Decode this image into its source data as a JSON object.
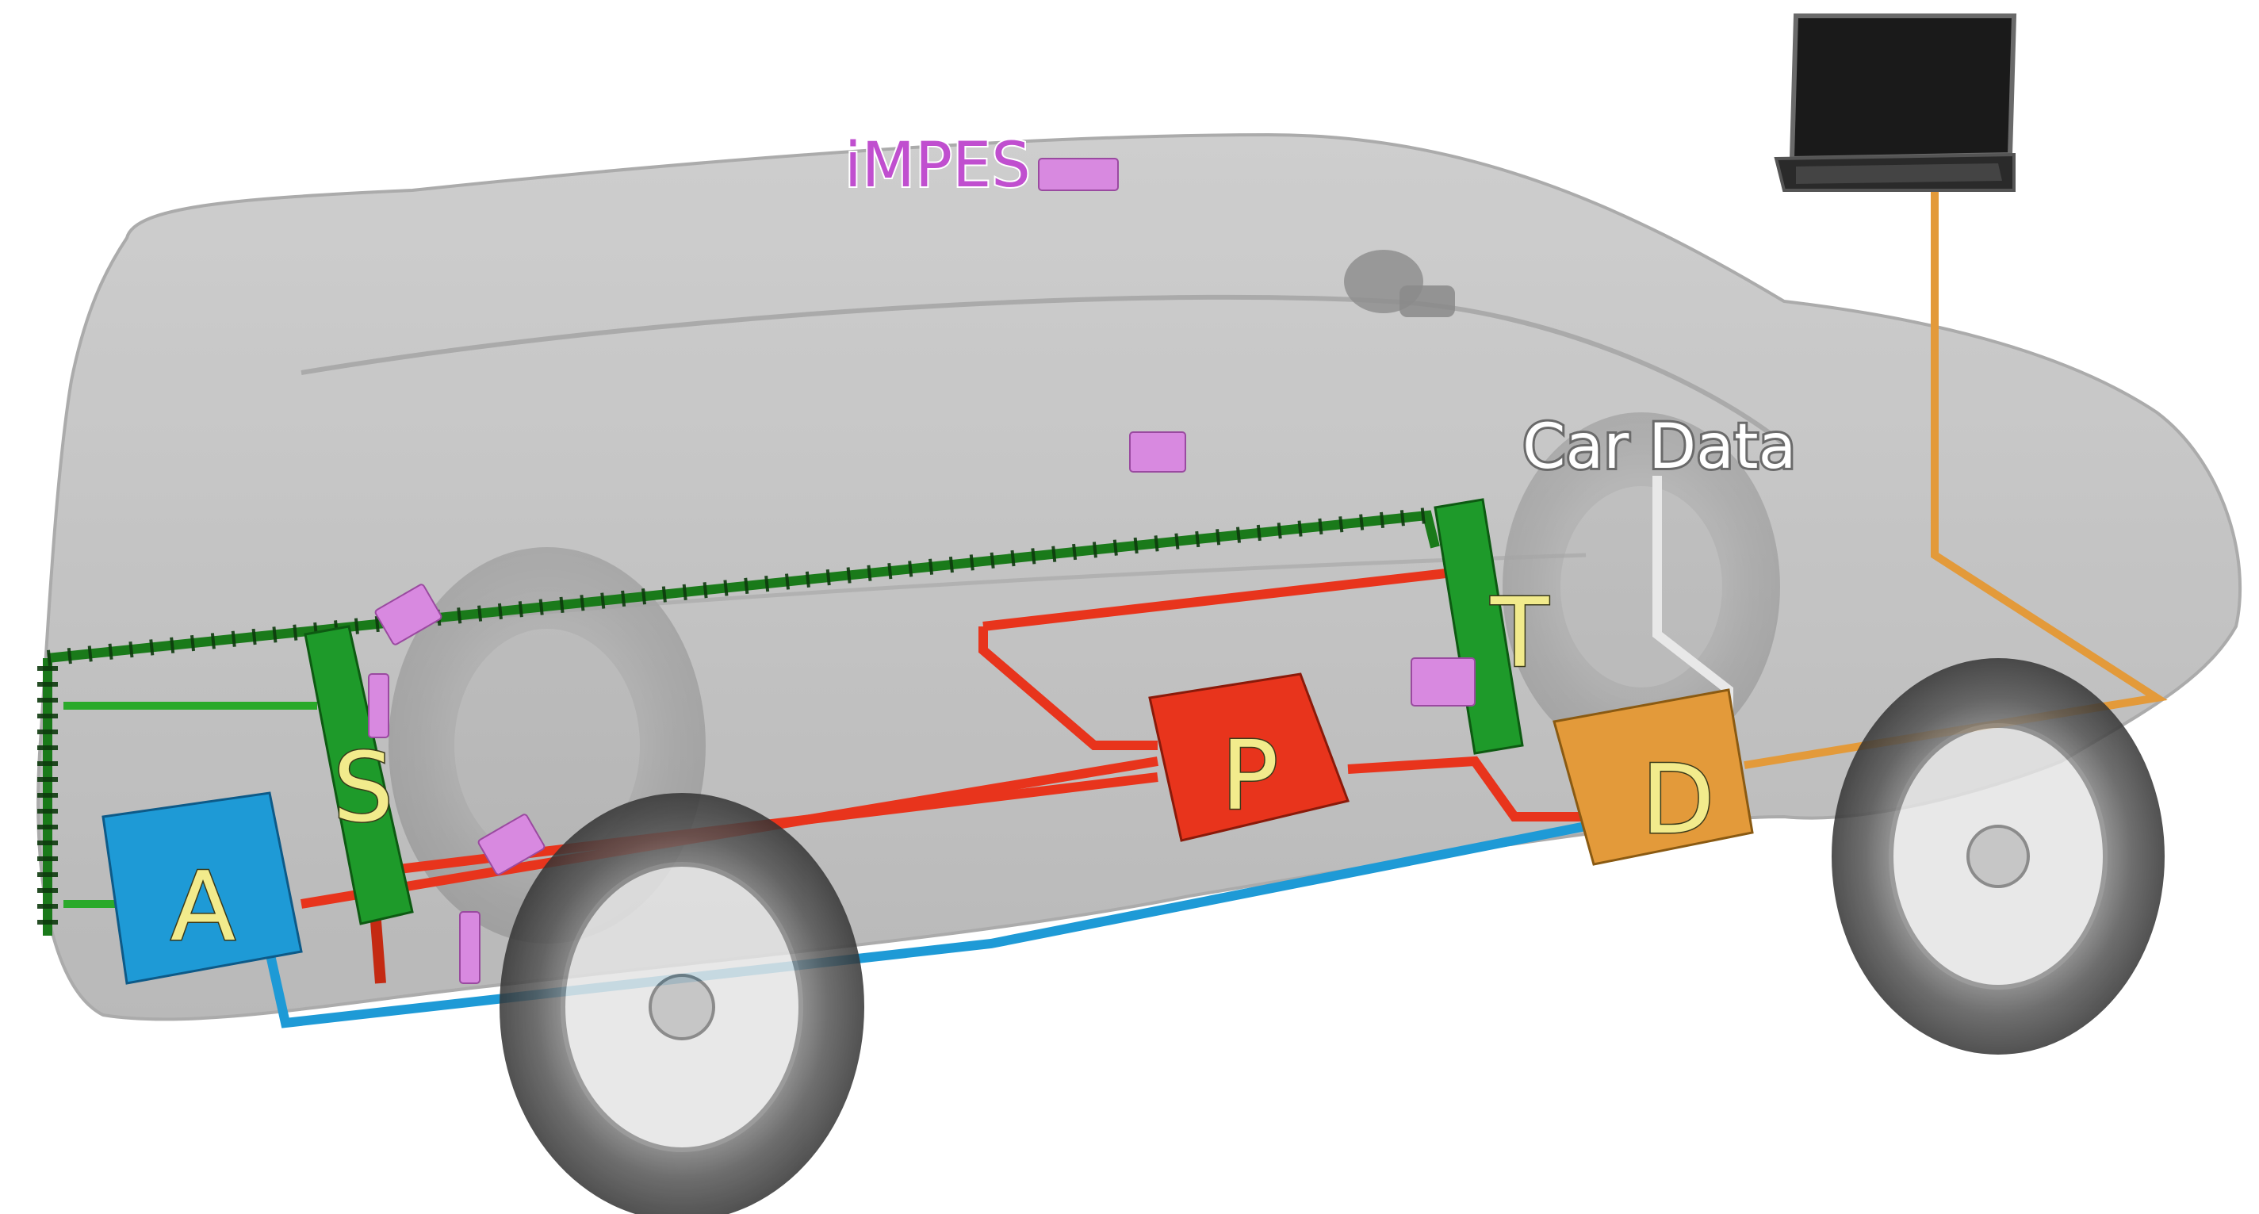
{
  "labels": {
    "impes": "iMPES",
    "car_data": "Car Data"
  },
  "modules": {
    "a": "A",
    "s": "S",
    "p": "P",
    "t": "T",
    "d": "D"
  },
  "colors": {
    "module_a": "#1e9ad6",
    "module_s": "#1e9a2a",
    "module_p": "#e8341c",
    "module_t": "#1e9a2a",
    "module_d": "#e39a3a",
    "sensor": "#d889e0",
    "impes_label": "#c04fcf",
    "car_data_label": "#ffffff",
    "car_body": "#b9b9b9"
  },
  "icons": {
    "laptop": "laptop-icon"
  }
}
